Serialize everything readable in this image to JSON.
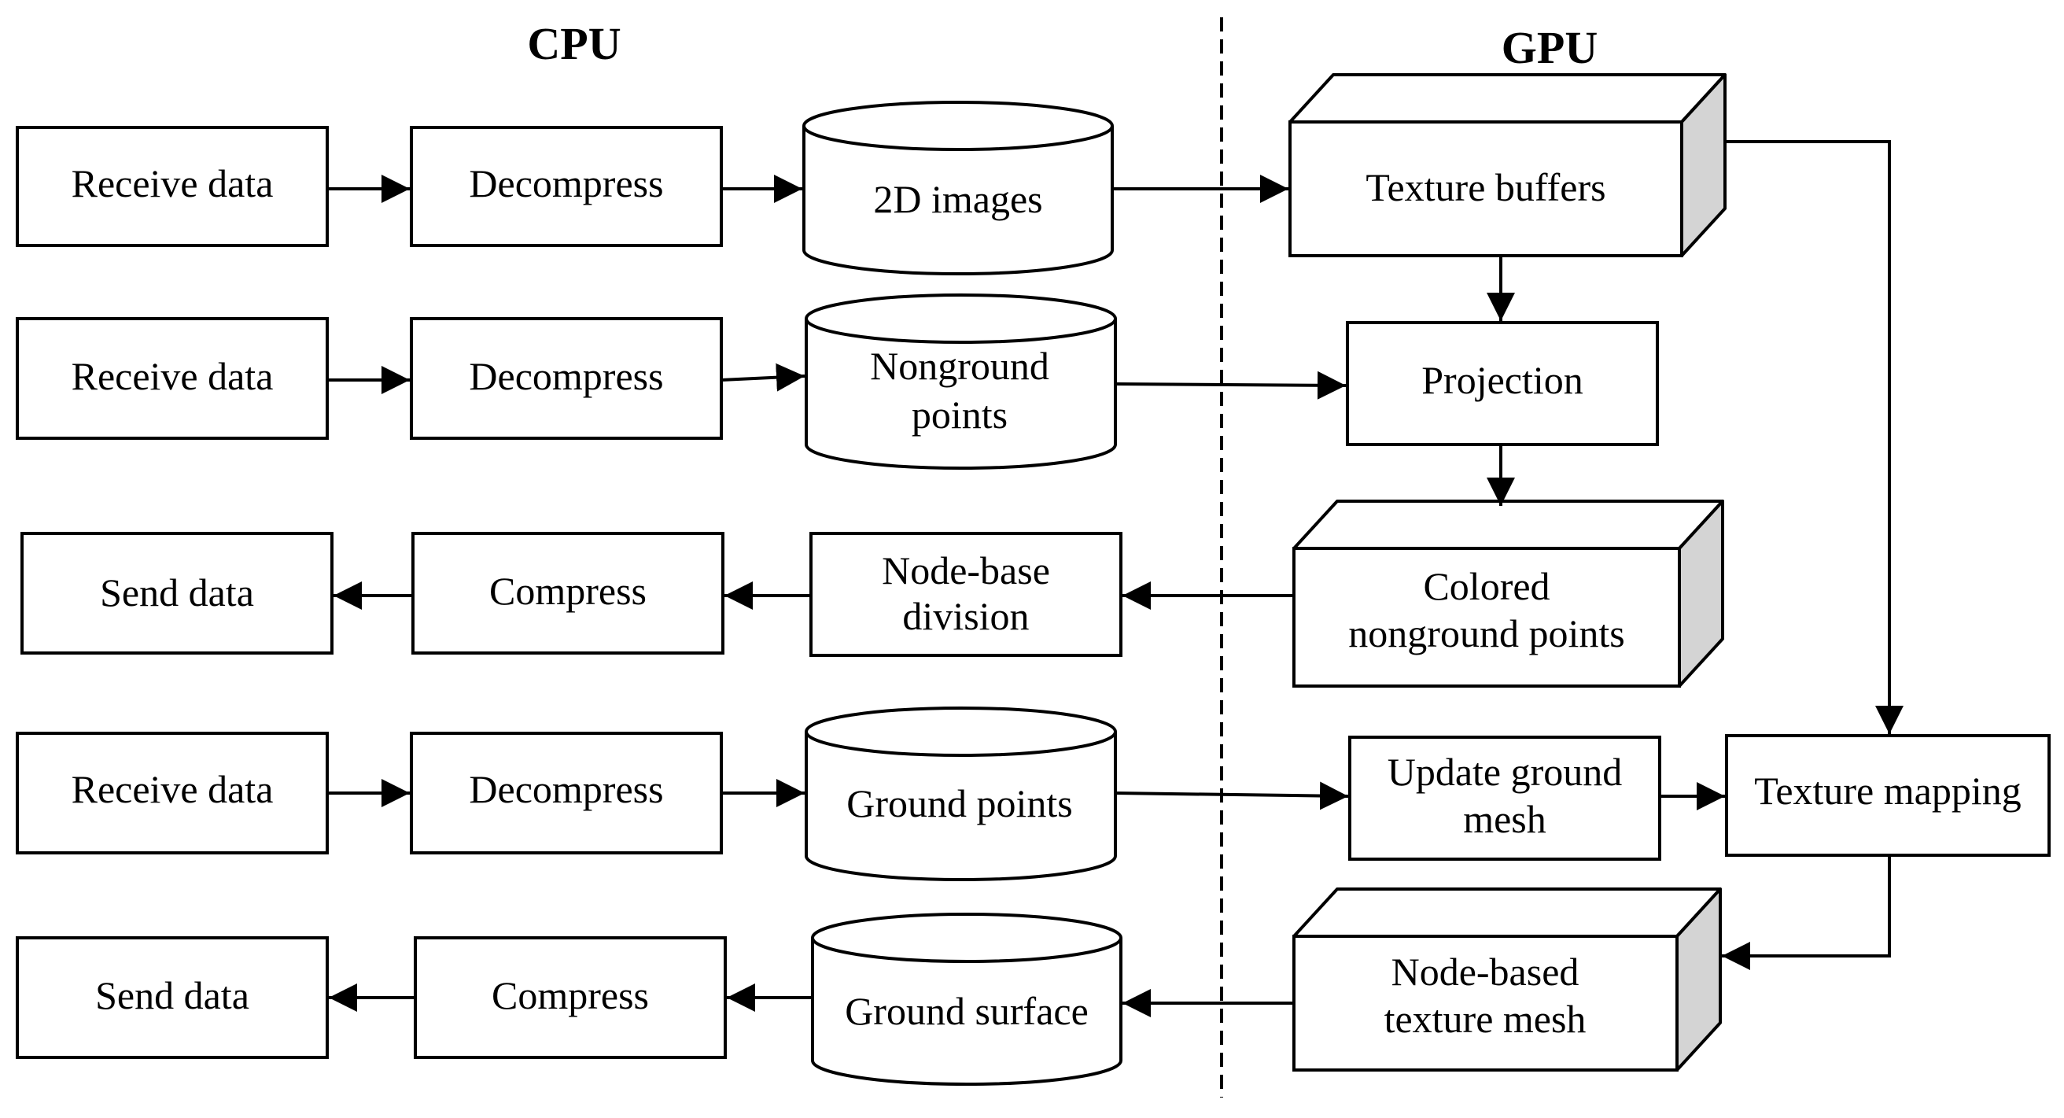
{
  "headers": {
    "cpu": "CPU",
    "gpu": "GPU"
  },
  "rows": {
    "row1": {
      "receive": "Receive data",
      "decompress": "Decompress",
      "store": "2D images"
    },
    "row2": {
      "receive": "Receive data",
      "decompress": "Decompress",
      "store_line1": "Nonground",
      "store_line2": "points"
    },
    "row3": {
      "send": "Send data",
      "compress": "Compress",
      "division_line1": "Node-base",
      "division_line2": "division"
    },
    "row4": {
      "receive": "Receive data",
      "decompress": "Decompress",
      "store": "Ground points"
    },
    "row5": {
      "send": "Send data",
      "compress": "Compress",
      "store": "Ground surface"
    }
  },
  "gpu": {
    "texture_buffers": "Texture buffers",
    "projection": "Projection",
    "colored_line1": "Colored",
    "colored_line2": "nonground points",
    "update_line1": "Update ground",
    "update_line2": "mesh",
    "texture_mapping": "Texture mapping",
    "mesh_line1": "Node-based",
    "mesh_line2": "texture mesh"
  }
}
